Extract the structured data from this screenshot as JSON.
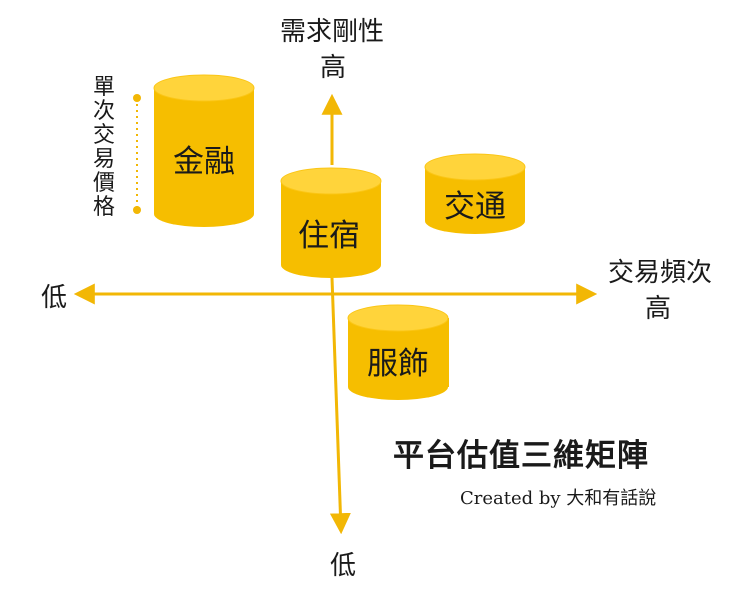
{
  "axes": {
    "vertical_name": "需求剛性",
    "vertical_high": "高",
    "vertical_low": "低",
    "horizontal_name": "交易頻次",
    "horizontal_high": "高",
    "horizontal_low": "低",
    "price_label": "單次交易價格"
  },
  "categories": {
    "finance": "金融",
    "lodging": "住宿",
    "transport": "交通",
    "apparel": "服飾"
  },
  "title": "平台估值三維矩陣",
  "credit": "Created by 大和有話說",
  "colors": {
    "axis": "#F2B705",
    "cylinder_body": "#F6BE00",
    "cylinder_top": "#FFD43B",
    "cylinder_rim": "#FBC616"
  }
}
